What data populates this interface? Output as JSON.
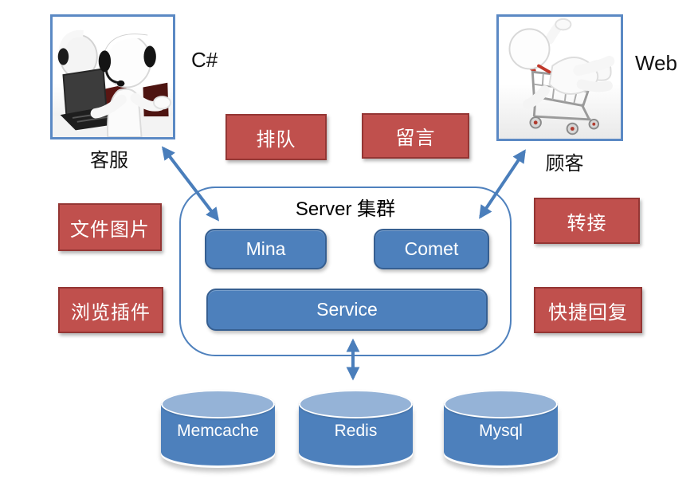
{
  "diagram": {
    "clients": {
      "agent": {
        "tech_label": "C#",
        "name": "客服"
      },
      "customer": {
        "tech_label": "Web",
        "name": "顾客"
      }
    },
    "feature_boxes": {
      "queue": "排队",
      "leave_message": "留言",
      "file_image": "文件图片",
      "transfer": "转接",
      "browser_plugin": "浏览插件",
      "quick_reply": "快捷回复"
    },
    "server_cluster": {
      "title": "Server 集群",
      "mina": "Mina",
      "comet": "Comet",
      "service": "Service"
    },
    "databases": [
      "Memcache",
      "Redis",
      "Mysql"
    ],
    "icons": {
      "agent_illustration": "support-agents-with-headsets-illustration",
      "customer_illustration": "person-in-shopping-cart-illustration"
    },
    "colors": {
      "accent_blue": "#4F81BD",
      "node_fill": "#4D80BC",
      "node_border": "#365F91",
      "red_fill": "#C0504D",
      "red_border": "#943634",
      "cylinder_top": "#95B3D7",
      "arrow": "#4A7EBB",
      "text_on_fill": "#FFFFFF",
      "text_plain": "#111111"
    }
  }
}
